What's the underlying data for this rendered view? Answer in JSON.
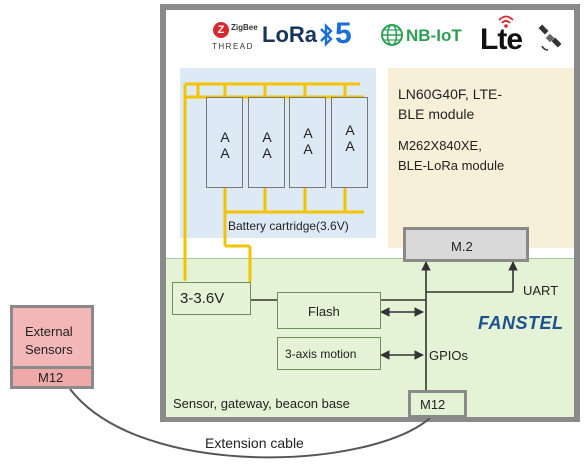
{
  "logos": {
    "zigbee": "ZigBee",
    "thread": "THREAD",
    "lora": "LoRa",
    "bt5": "5",
    "nbiot": "NB-IoT",
    "lte": "Lte"
  },
  "battery": {
    "cells": [
      "A A",
      "A A",
      "A A",
      "A A"
    ],
    "label": "Battery cartridge(3.6V)"
  },
  "module": {
    "line1": "LN60G40F, LTE-",
    "line2": "BLE module",
    "line3": "M262X840XE,",
    "line4": "BLE-LoRa module"
  },
  "m2": "M.2",
  "uart": "UART",
  "voltage": "3-3.6V",
  "flash": "Flash",
  "motion": "3-axis motion",
  "gpios": "GPIOs",
  "brand": "FANSTEL",
  "base_label": "Sensor, gateway, beacon base",
  "m12_base": "M12",
  "external": {
    "line1": "External",
    "line2": "Sensors",
    "m12": "M12"
  },
  "cable": "Extension cable",
  "colors": {
    "frame": "#8a8a8a",
    "battery_bg": "#dde9f5",
    "module_bg": "#f7efd8",
    "base_bg": "#e4f3d6",
    "external_bg": "#f4b7b7",
    "wire_yellow": "#f2c300",
    "brand": "#1f4f8e"
  }
}
